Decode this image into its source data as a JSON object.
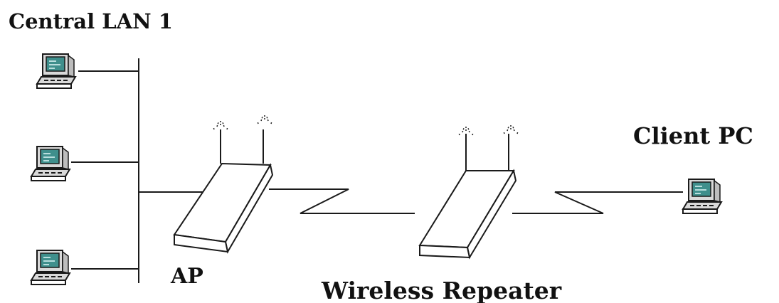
{
  "labels": {
    "central_lan": "Central LAN 1",
    "ap": "AP",
    "repeater": "Wireless Repeater",
    "client": "Client PC"
  },
  "colors": {
    "line": "#1a1a1a",
    "screen": "#3f8f8c",
    "screen_detail": "#b8dedd",
    "computer_body": "#d9d9d9",
    "background": "#ffffff"
  },
  "icons": {
    "workstation": "computer-icon",
    "access_point": "access-point-icon",
    "repeater": "repeater-icon",
    "antenna": "antenna-icon"
  }
}
